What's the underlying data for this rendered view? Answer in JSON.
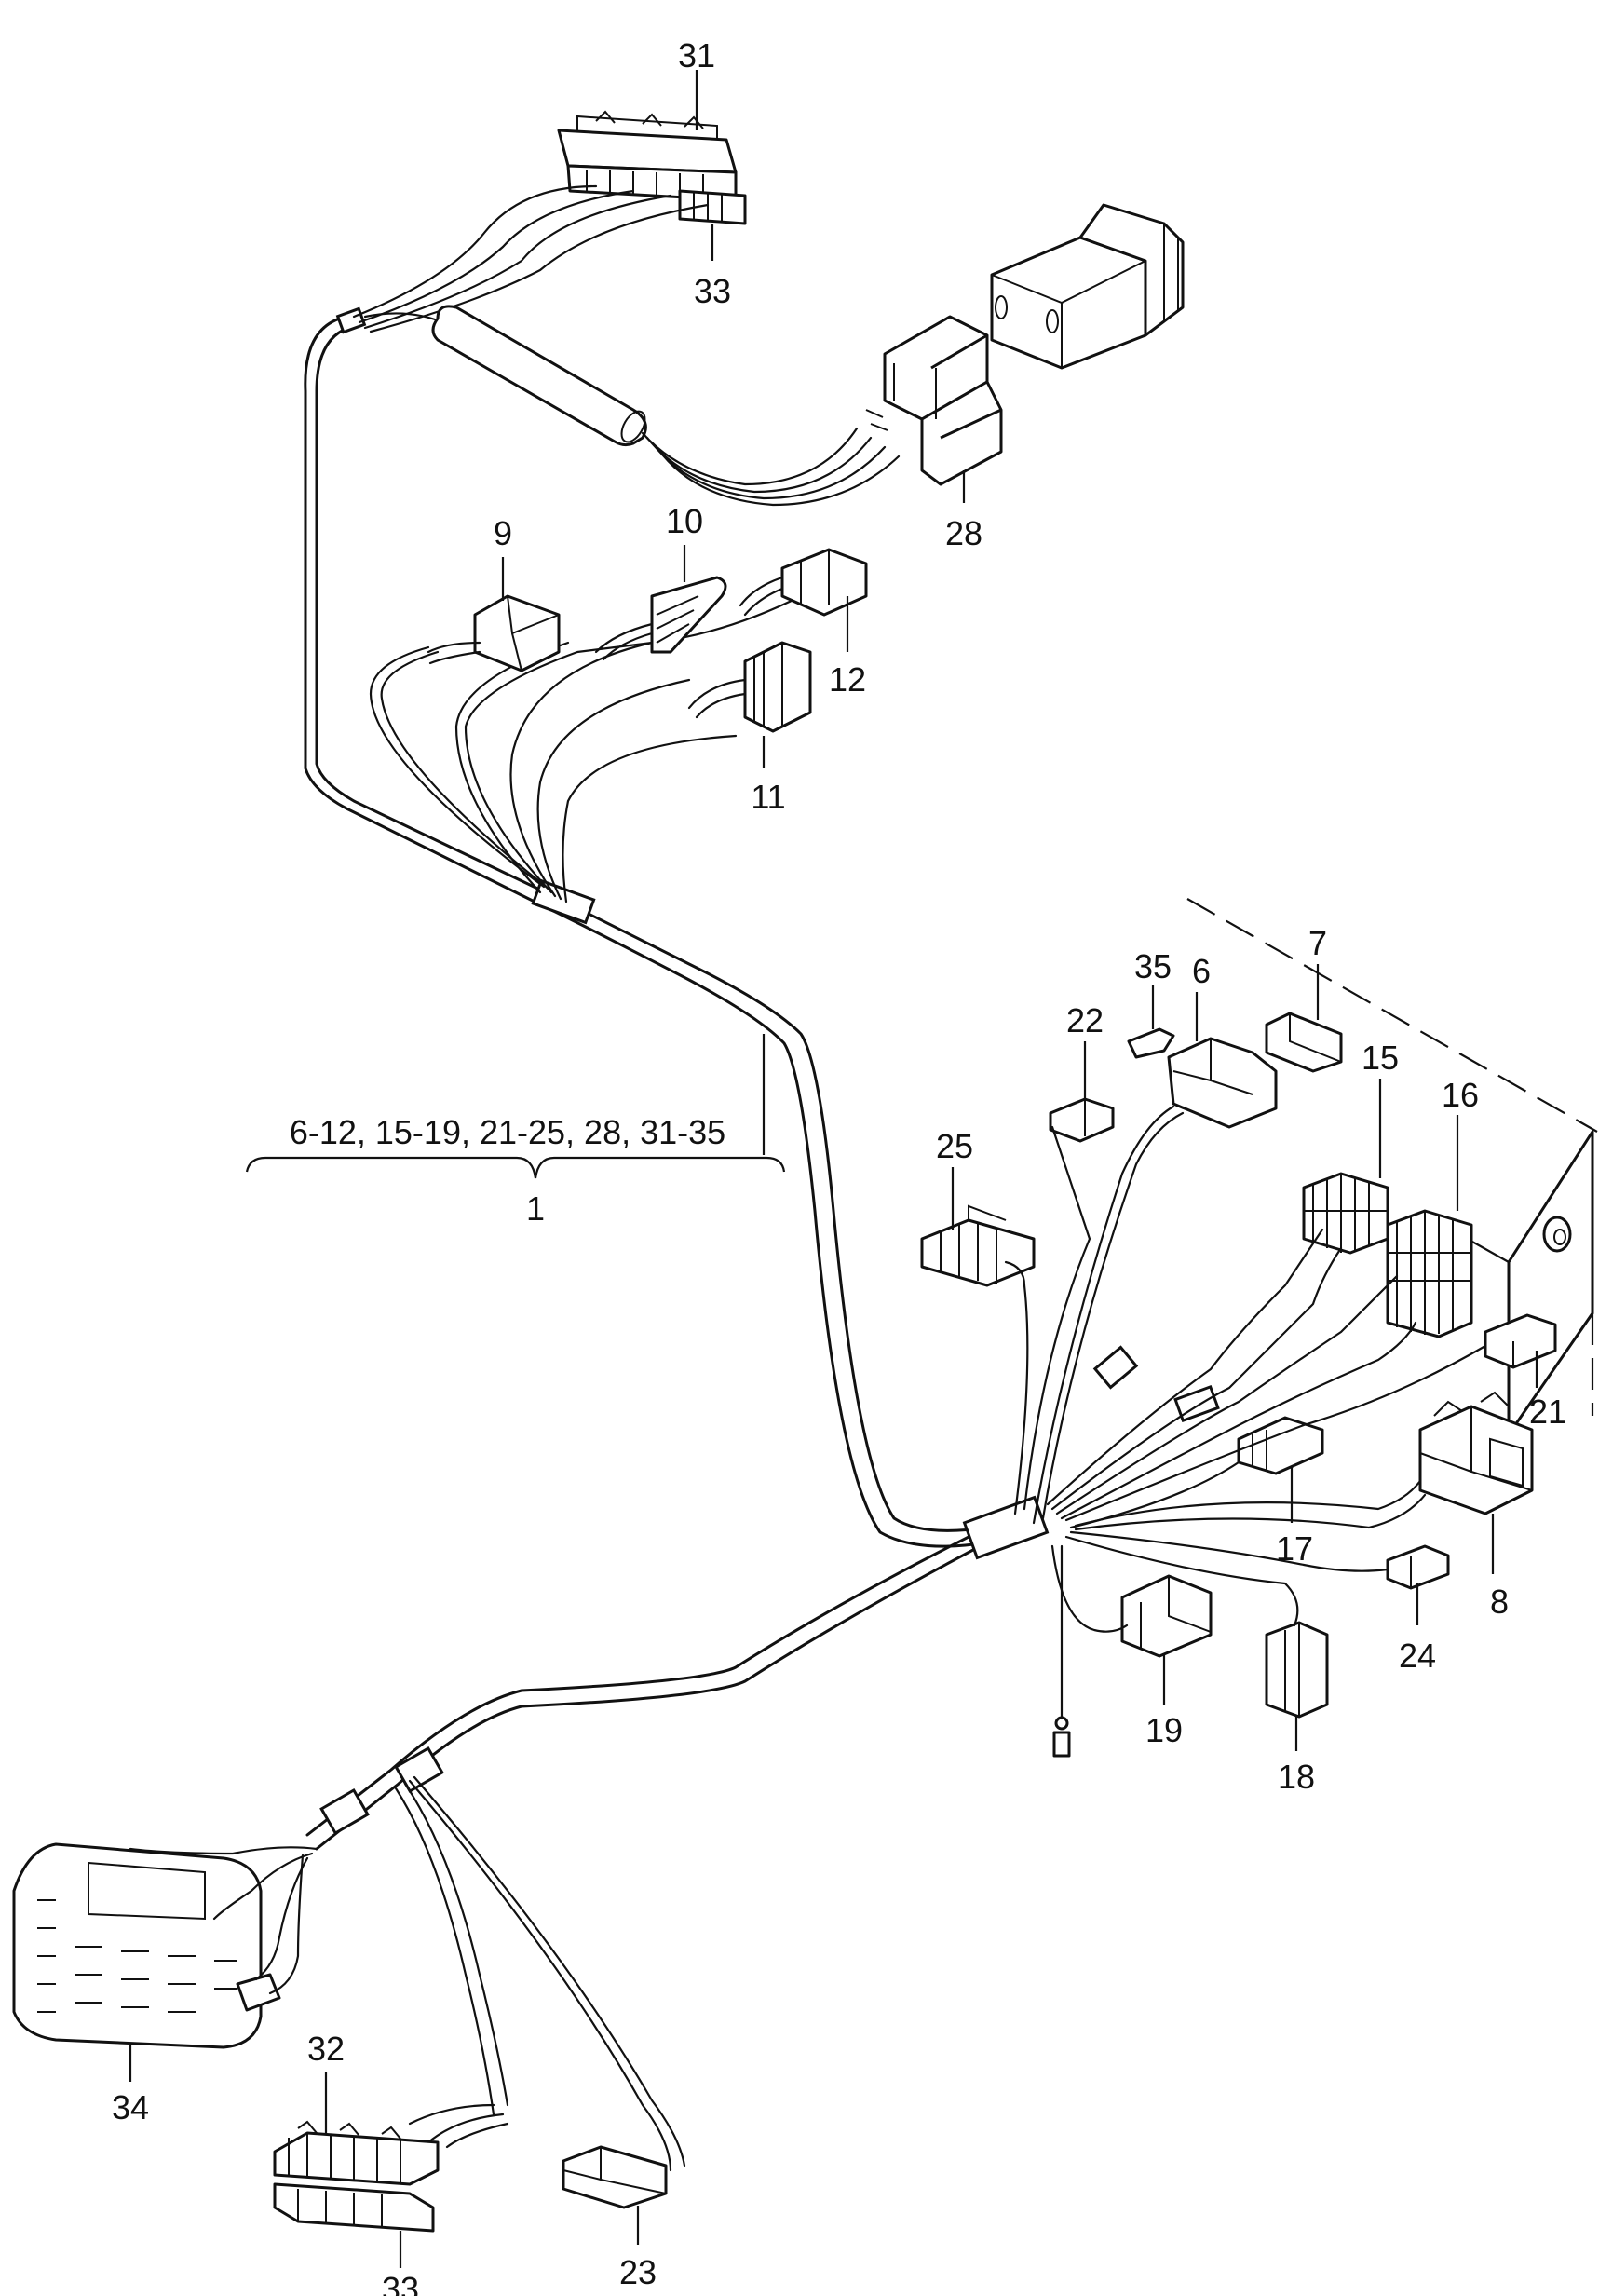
{
  "labels": {
    "p31": "31",
    "p33_top": "33",
    "p28": "28",
    "p9": "9",
    "p10": "10",
    "p12": "12",
    "p11": "11",
    "p7": "7",
    "p35": "35",
    "p6": "6",
    "p22": "22",
    "p25": "25",
    "p15": "15",
    "p16": "16",
    "p21": "21",
    "p17": "17",
    "p8": "8",
    "p24": "24",
    "p19": "19",
    "p18": "18",
    "p34": "34",
    "p32": "32",
    "p23": "23",
    "p33_bottom": "33"
  },
  "assembly": {
    "range_text": "6-12, 15-19, 21-25, 28, 31-35",
    "number": "1"
  }
}
